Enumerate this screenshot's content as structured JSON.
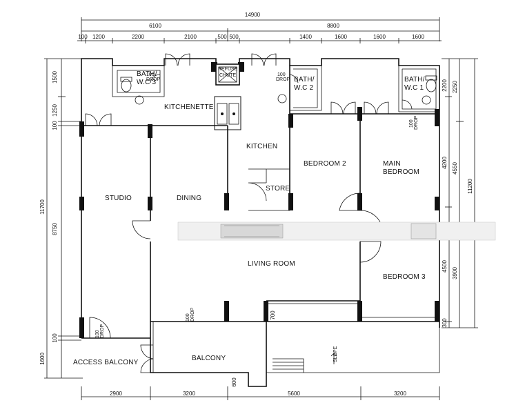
{
  "dimensions": {
    "top_overall": "14900",
    "top_left": "6100",
    "top_right": "8800",
    "top_segments": [
      "100",
      "1200",
      "2200",
      "2100",
      "500",
      "500",
      "1400",
      "1600",
      "1600",
      "1600"
    ],
    "bottom_segments": [
      "2900",
      "3200",
      "5600",
      "3200"
    ],
    "left_overall": "11700",
    "left_segments": [
      "1500",
      "1250",
      "100",
      "8750",
      "100",
      "1600"
    ],
    "right_inner": [
      "2200",
      "4200",
      "4500",
      "300"
    ],
    "right_middle": [
      "2250",
      "4550",
      "3900"
    ],
    "right_outer": "11200",
    "misc": [
      "700",
      "600"
    ]
  },
  "rooms": {
    "bath3": "BATH/",
    "bath3_wc": "W.C 3",
    "bath2": "BATH/",
    "bath2_wc": "W.C 2",
    "bath1": "BATH/",
    "bath1_wc": "W.C 1",
    "refuse": "REFUSE",
    "chute": "CHUTE",
    "kitchenette": "KITCHENETTE",
    "kitchen": "KITCHEN",
    "bedroom2": "BEDROOM 2",
    "main_bedroom_1": "MAIN",
    "main_bedroom_2": "BEDROOM",
    "studio": "STUDIO",
    "dining": "DINING",
    "store": "STORE",
    "living": "LIVING ROOM",
    "bedroom3": "BEDROOM 3",
    "access_balcony": "ACCESS BALCONY",
    "balcony": "BALCONY",
    "slope": "SLOPE"
  },
  "drops": {
    "value": "100",
    "label": "DROP"
  }
}
